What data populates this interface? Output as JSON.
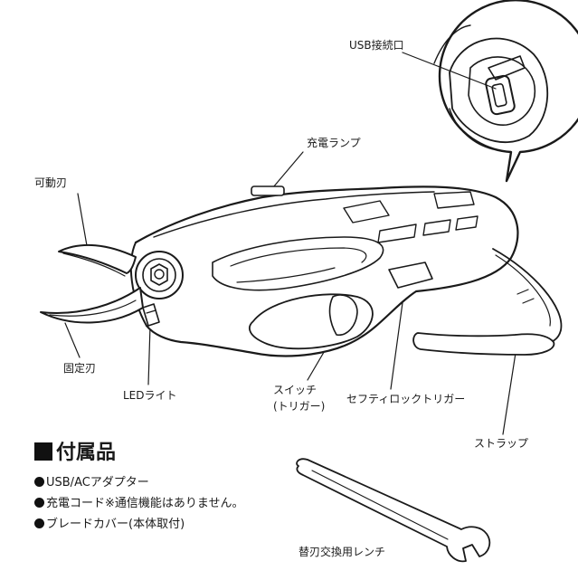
{
  "labels": {
    "usb_port": "USB接続口",
    "charge_lamp": "充電ランプ",
    "movable_blade": "可動刃",
    "fixed_blade": "固定刃",
    "led_light": "LEDライト",
    "switch_line1": "スイッチ",
    "switch_line2": "(トリガー)",
    "safety_lock": "セフティロックトリガー",
    "strap": "ストラップ",
    "wrench": "替刃交換用レンチ"
  },
  "accessories": {
    "title": "付属品",
    "items": [
      {
        "text": "USB/ACアダプター"
      },
      {
        "text": "充電コード※通信機能はありません。"
      },
      {
        "text": "ブレードカバー(本体取付)"
      }
    ]
  }
}
